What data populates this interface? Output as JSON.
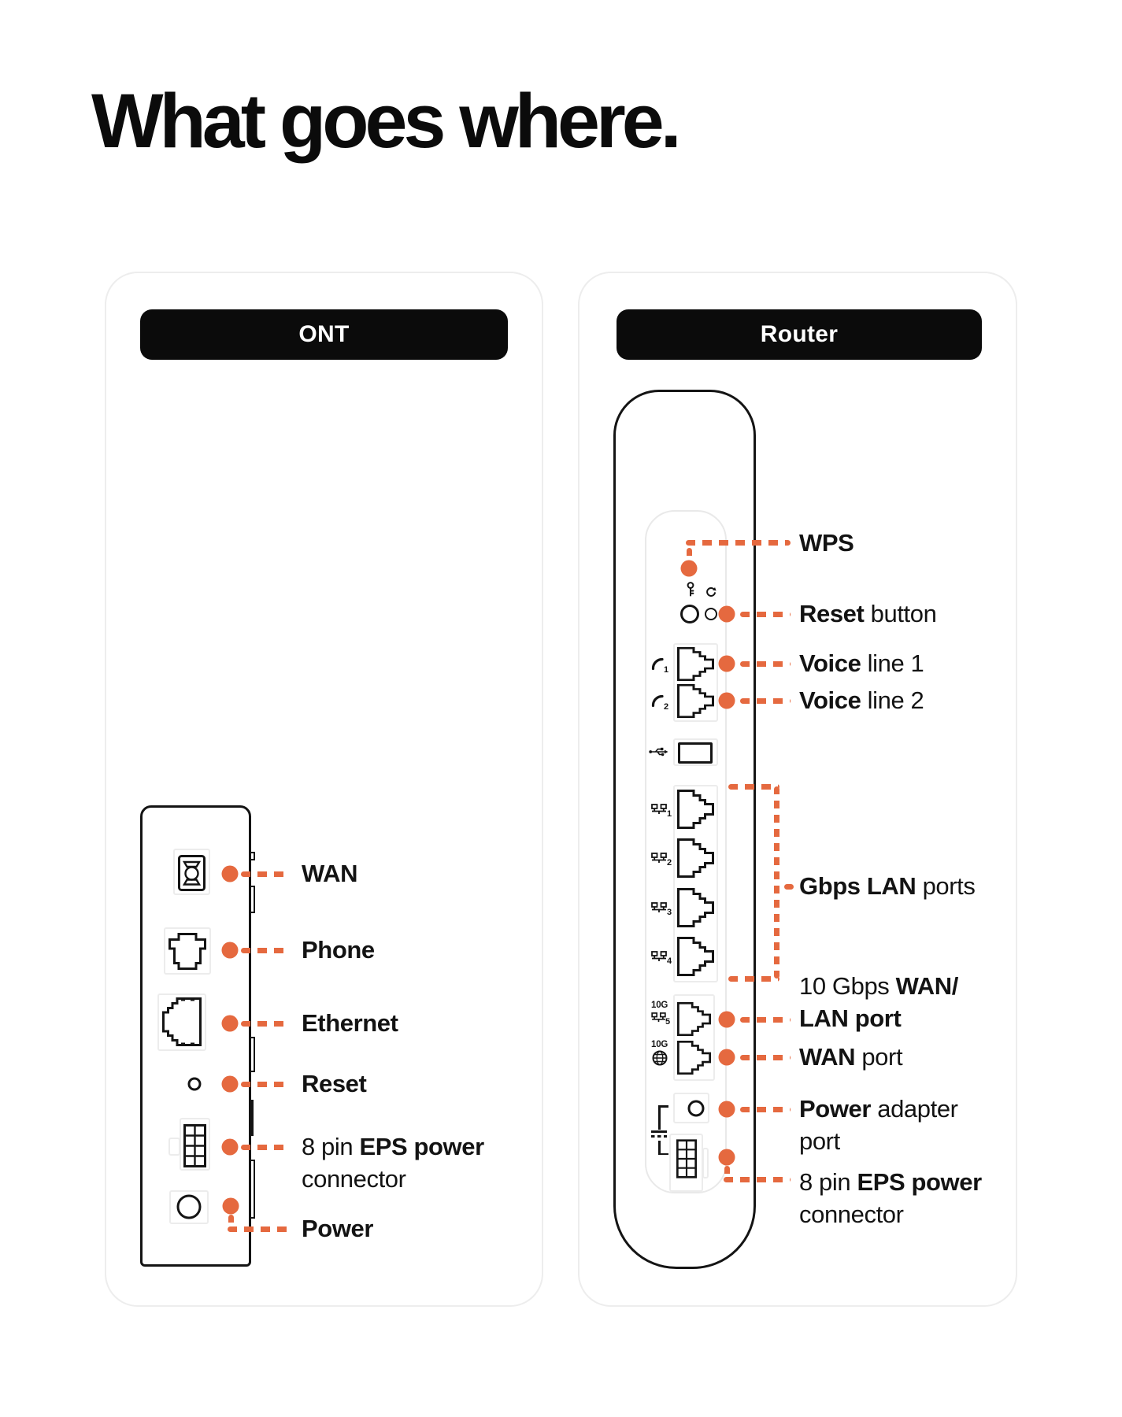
{
  "title": "What goes where.",
  "colors": {
    "accent": "#E5693F",
    "ink": "#141414",
    "card_border": "#ededed"
  },
  "ont": {
    "header": "ONT",
    "labels": {
      "wan": "WAN",
      "phone": "Phone",
      "ethernet": "Ethernet",
      "reset": "Reset",
      "eps_pre": "8 pin ",
      "eps_bold": "EPS power",
      "eps_line2": "connector",
      "power": "Power"
    }
  },
  "router": {
    "header": "Router",
    "labels": {
      "wps": "WPS",
      "reset_bold": "Reset",
      "reset_rest": " button",
      "voice1_bold": "Voice",
      "voice1_rest": " line 1",
      "voice2_bold": "Voice",
      "voice2_rest": " line 2",
      "lan_bold": "Gbps LAN",
      "lan_rest": " ports",
      "wanlan_pre": "10 Gbps ",
      "wanlan_bold": "WAN/",
      "wanlan_bold2": "LAN port",
      "wan_bold": "WAN",
      "wan_rest": " port",
      "power_bold": "Power",
      "power_rest": " adapter",
      "power_line2": "port",
      "eps_pre": "8 pin ",
      "eps_bold": "EPS power",
      "eps_line2": "connector"
    },
    "icon_text": {
      "ten_g": "10G",
      "voice_sub_1": "1",
      "voice_sub_2": "2",
      "lan_sub_1": "1",
      "lan_sub_2": "2",
      "lan_sub_3": "3",
      "lan_sub_4": "4",
      "lan_sub_5": "5"
    }
  }
}
